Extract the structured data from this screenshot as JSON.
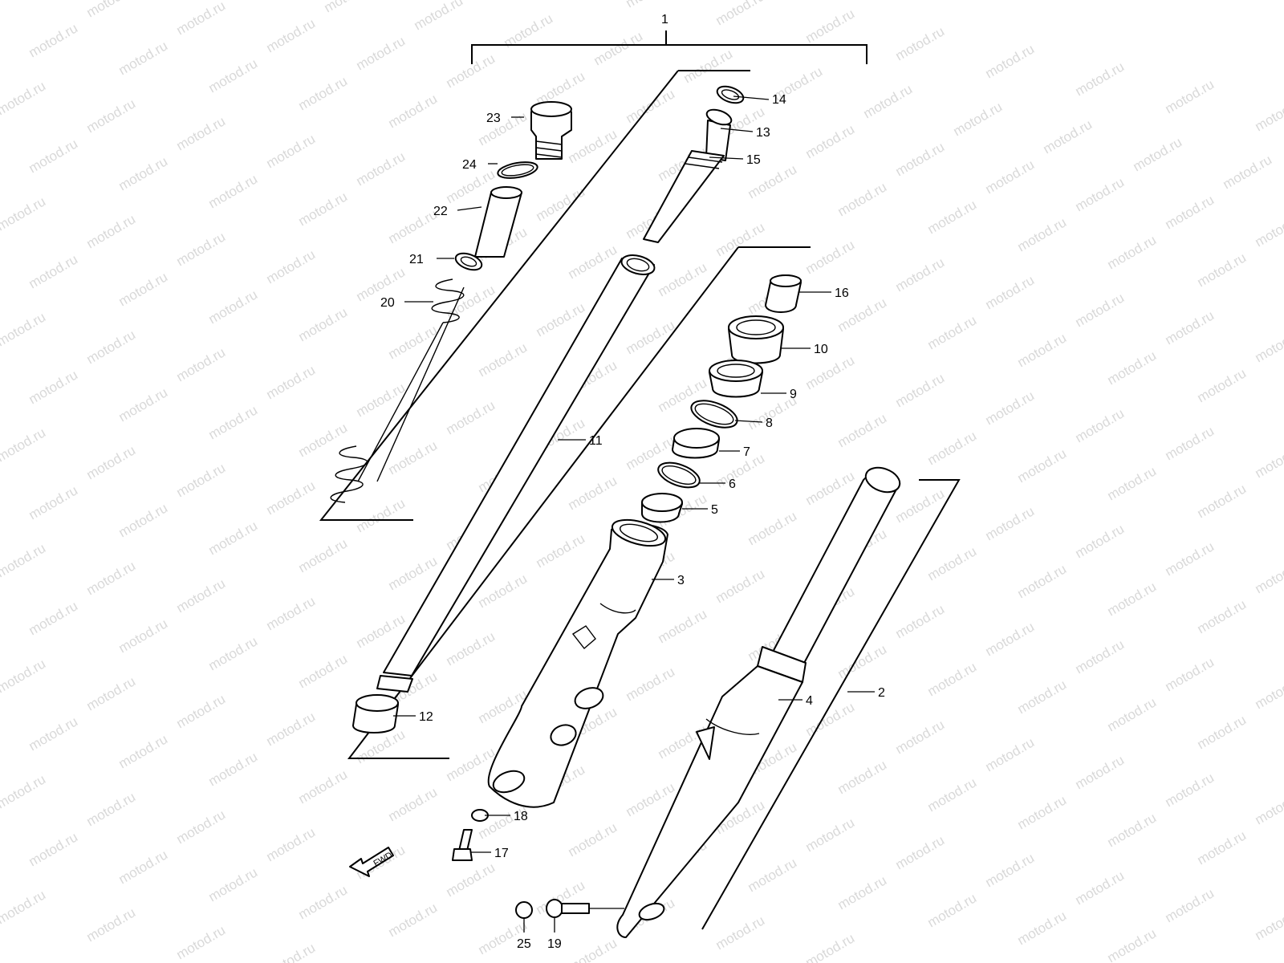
{
  "watermark": {
    "text": "motod.ru",
    "color": "#d9d9d9"
  },
  "fwd_label": "FWD",
  "callouts": {
    "c1": "1",
    "c2": "2",
    "c3": "3",
    "c4": "4",
    "c5": "5",
    "c6": "6",
    "c7": "7",
    "c8": "8",
    "c9": "9",
    "c10": "10",
    "c11": "11",
    "c12": "12",
    "c13": "13",
    "c14": "14",
    "c15": "15",
    "c16": "16",
    "c17": "17",
    "c18": "18",
    "c19": "19",
    "c20": "20",
    "c21": "21",
    "c22": "22",
    "c23": "23",
    "c24": "24",
    "c25": "25"
  }
}
